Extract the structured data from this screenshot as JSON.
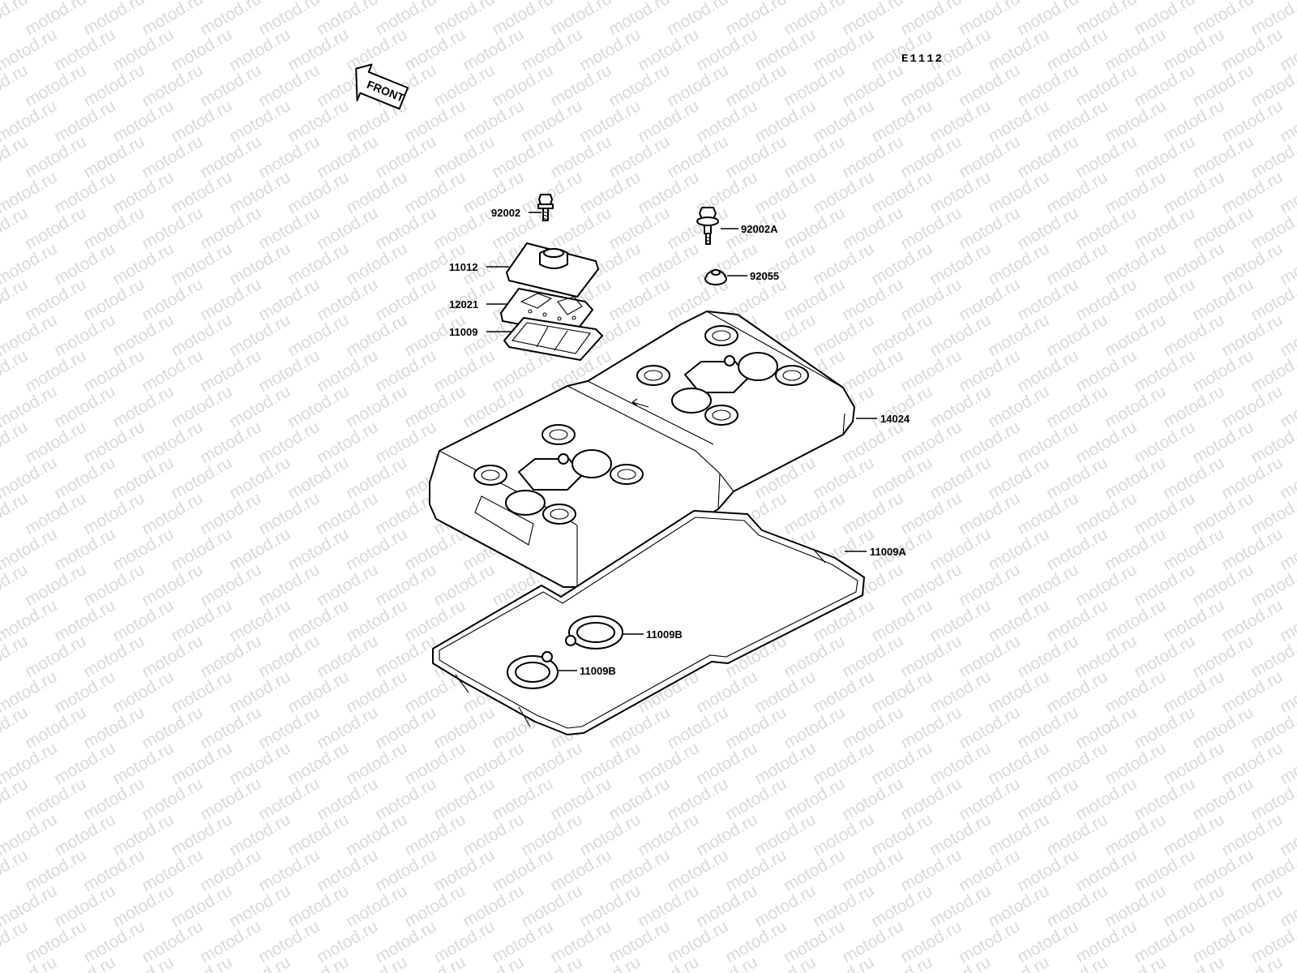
{
  "diagram": {
    "code": "E1112",
    "front_label": "FRONT",
    "watermark": "motod.ru"
  },
  "callouts": {
    "c92002": "92002",
    "c92002a": "92002A",
    "c92055": "92055",
    "c11012": "11012",
    "c12021": "12021",
    "c11009": "11009",
    "c14024": "14024",
    "c11009a": "11009A",
    "c11009b_1": "11009B",
    "c11009b_2": "11009B"
  }
}
